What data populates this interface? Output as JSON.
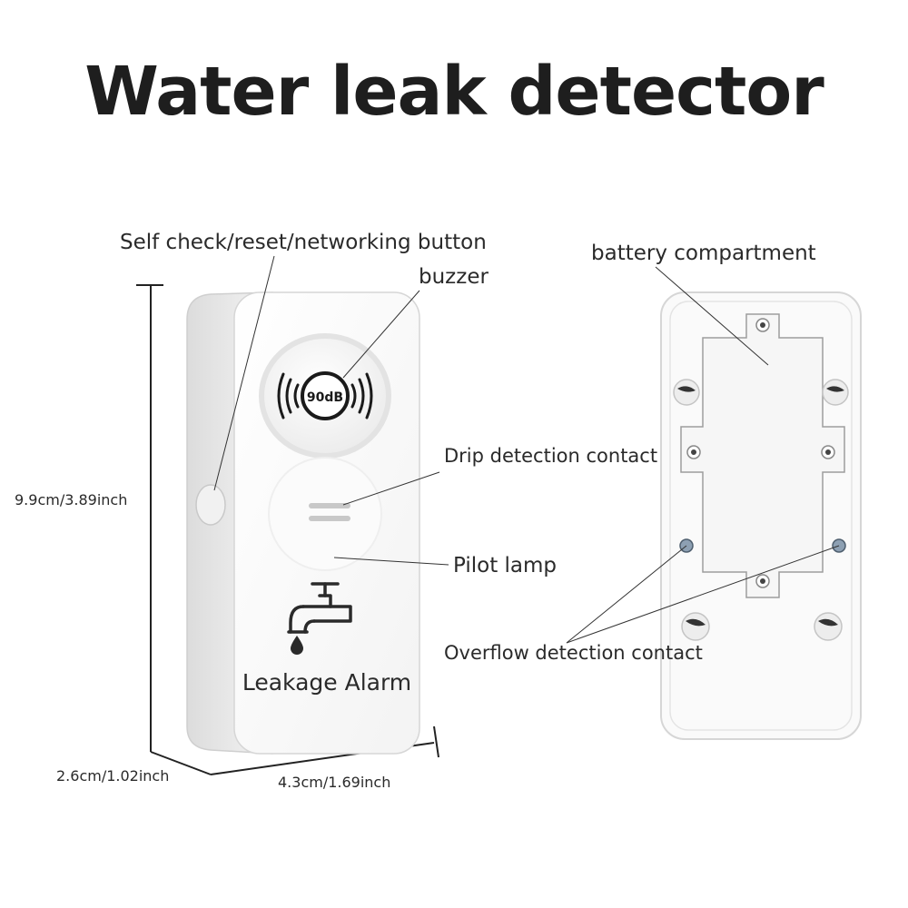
{
  "title": "Water leak detector",
  "front": {
    "buzzer_badge": "90dB",
    "device_label": "Leakage Alarm"
  },
  "labels": {
    "self_check_button": "Self check/reset/networking button",
    "buzzer": "buzzer",
    "drip_detection_contact": "Drip detection contact",
    "pilot_lamp": "Pilot lamp",
    "battery_compartment": "battery compartment",
    "overflow_detection_contact": "Overflow detection contact"
  },
  "dimensions": {
    "height": "9.9cm/3.89inch",
    "depth": "2.6cm/1.02inch",
    "width": "4.3cm/1.69inch"
  }
}
